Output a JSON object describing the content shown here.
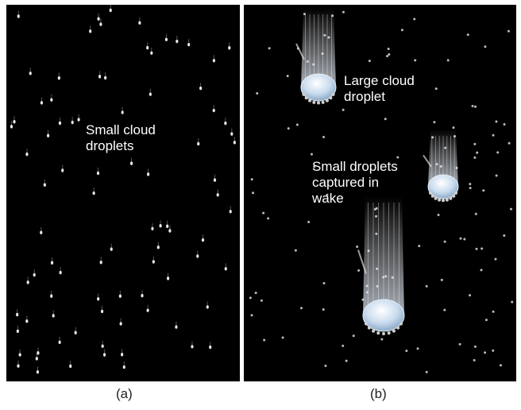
{
  "panel_a": {
    "label": "Small cloud\ndroplets",
    "caption": "(a)"
  },
  "panel_b": {
    "large_label": "Large cloud\ndroplet",
    "capture_label": "Small droplets\ncaptured in\nwake",
    "caption": "(b)"
  },
  "colors": {
    "background": "#000000",
    "droplet": "#e8e8e8",
    "large_droplet": "#cfe0f0",
    "text": "#ffffff"
  }
}
